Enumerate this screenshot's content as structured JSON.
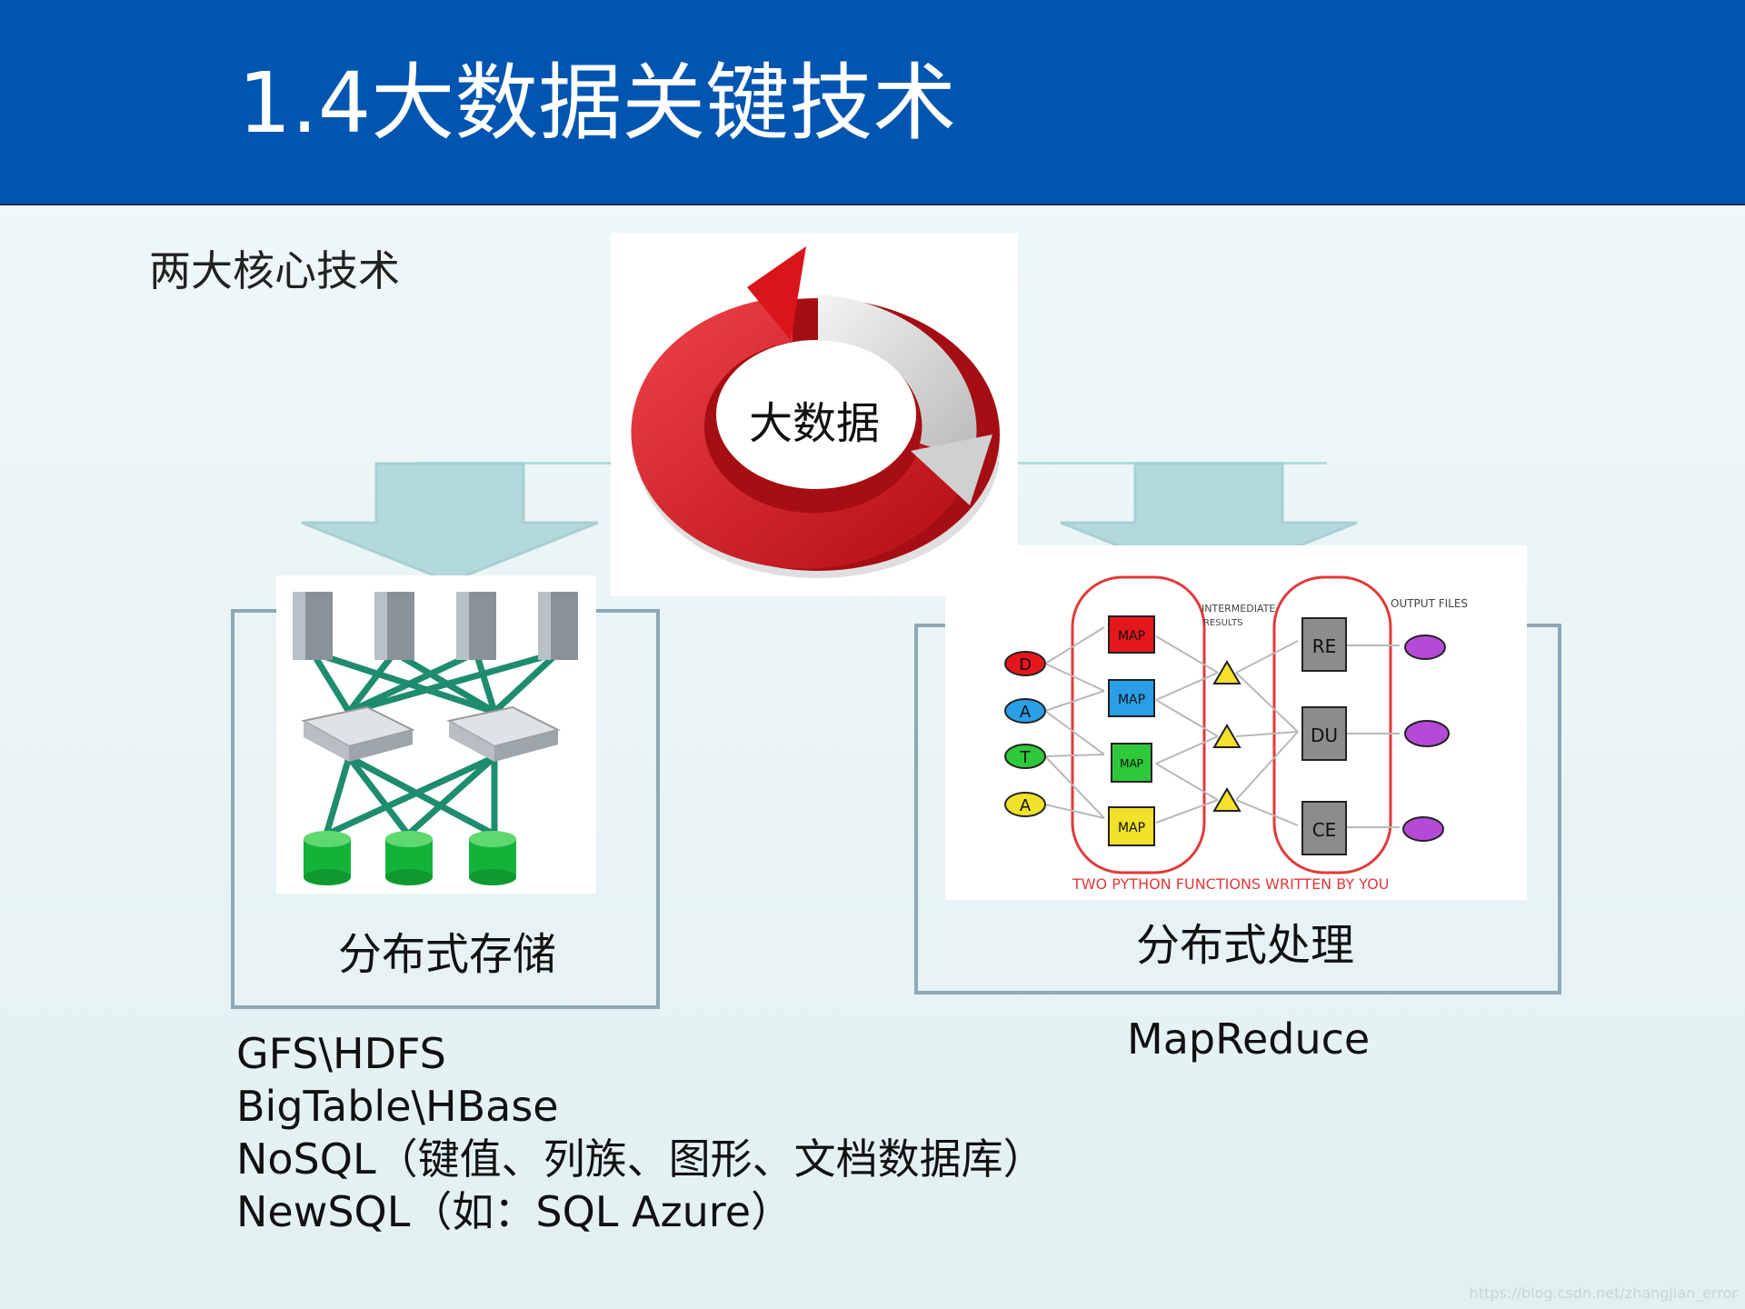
{
  "header": {
    "title": "1.4大数据关键技术"
  },
  "subtitle": "两大核心技术",
  "center": {
    "label": "大数据"
  },
  "left": {
    "box_label": "分布式存储",
    "items": [
      "GFS\\HDFS",
      "BigTable\\HBase",
      "NoSQL（键值、列族、图形、文档数据库）",
      "NewSQL（如：SQL Azure）"
    ]
  },
  "right": {
    "box_label": "分布式处理",
    "items": [
      "MapReduce"
    ],
    "diagram": {
      "inputs": [
        "D",
        "A",
        "T",
        "A"
      ],
      "maps": [
        "MAP",
        "MAP",
        "MAP",
        "MAP"
      ],
      "reduces": [
        "RE",
        "DU",
        "CE"
      ],
      "intermediate_label_1": "INTERMEDIATE",
      "intermediate_label_2": "RESULTS",
      "output_label": "OUTPUT FILES",
      "caption": "TWO PYTHON FUNCTIONS WRITTEN BY YOU"
    }
  },
  "watermark": "https://blog.csdn.net/zhangjian_error",
  "colors": {
    "header_bg": "#0055b0",
    "arrow_fill": "#b4d9dc",
    "ring_red": "#d9141b",
    "ring_gray": "#d8d8d8",
    "cable_green": "#1e8c6e",
    "disk_green": "#13b33a"
  }
}
